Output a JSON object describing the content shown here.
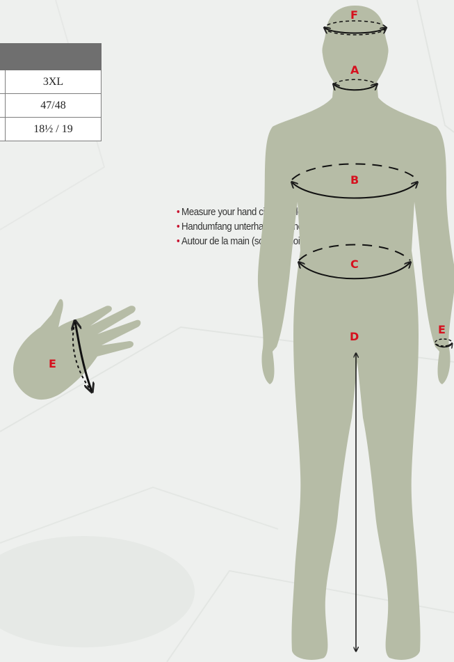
{
  "size_table": {
    "header": "",
    "rows": [
      {
        "value": "3XL"
      },
      {
        "value": "47/48"
      },
      {
        "value": "18½ / 19"
      }
    ]
  },
  "instructions": [
    "Measure your hand circuit (below the knuckles)",
    "Handumfang unterhalb der Knöchel messen.",
    "Autour de la main (sous les doigts)"
  ],
  "bullet_symbol": "•",
  "figure_labels": {
    "head": "F",
    "neck": "A",
    "chest": "B",
    "waist": "C",
    "inseam": "D",
    "wrist": "E",
    "hand": "E"
  },
  "colors": {
    "silhouette": "#b6bca6",
    "label_red": "#d6101e",
    "table_header": "#6f6f6f"
  }
}
